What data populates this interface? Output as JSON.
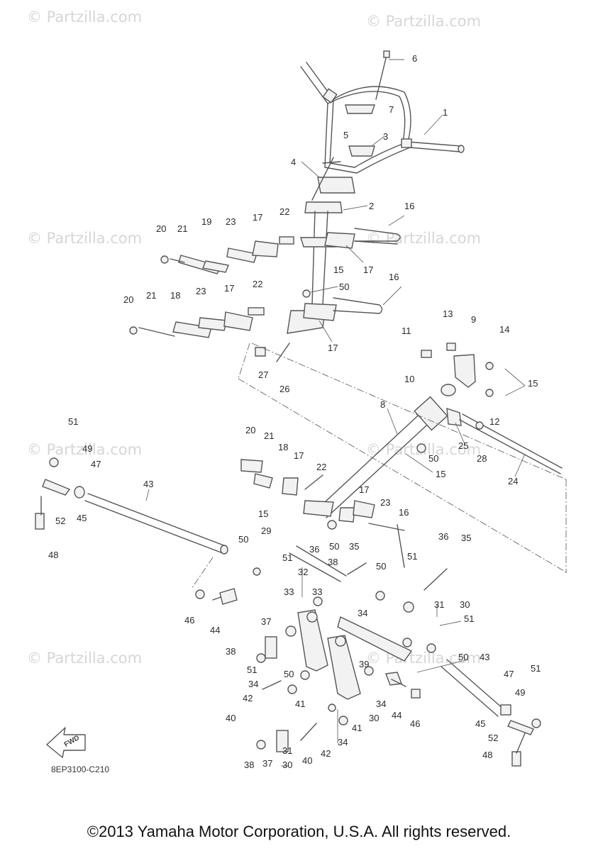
{
  "watermarks": [
    "© Partzilla.com",
    "© Partzilla.com",
    "© Partzilla.com",
    "© Partzilla.com",
    "© Partzilla.com",
    "© Partzilla.com",
    "© Partzilla.com",
    "© Partzilla.com"
  ],
  "callouts": [
    "1",
    "2",
    "3",
    "4",
    "5",
    "6",
    "7",
    "16",
    "22",
    "23",
    "17",
    "19",
    "21",
    "20",
    "17",
    "15",
    "50",
    "16",
    "22",
    "23",
    "17",
    "18",
    "21",
    "20",
    "17",
    "13",
    "9",
    "14",
    "11",
    "15",
    "10",
    "12",
    "27",
    "26",
    "8",
    "25",
    "28",
    "24",
    "50",
    "15",
    "51",
    "49",
    "47",
    "43",
    "45",
    "52",
    "48",
    "20",
    "21",
    "18",
    "17",
    "22",
    "15",
    "17",
    "23",
    "16",
    "29",
    "36",
    "50",
    "35",
    "36",
    "35",
    "50",
    "51",
    "38",
    "32",
    "33",
    "33",
    "50",
    "51",
    "46",
    "44",
    "34",
    "31",
    "30",
    "37",
    "51",
    "38",
    "50",
    "34",
    "42",
    "40",
    "41",
    "39",
    "34",
    "30",
    "41",
    "34",
    "42",
    "40",
    "31",
    "30",
    "37",
    "38",
    "51",
    "50",
    "43",
    "44",
    "46",
    "47",
    "49",
    "51",
    "45",
    "52",
    "48"
  ],
  "fwd_label": "FWD",
  "diagram_code": "8EP3100-C210",
  "copyright": "©2013 Yamaha Motor Corporation, U.S.A. All rights reserved."
}
